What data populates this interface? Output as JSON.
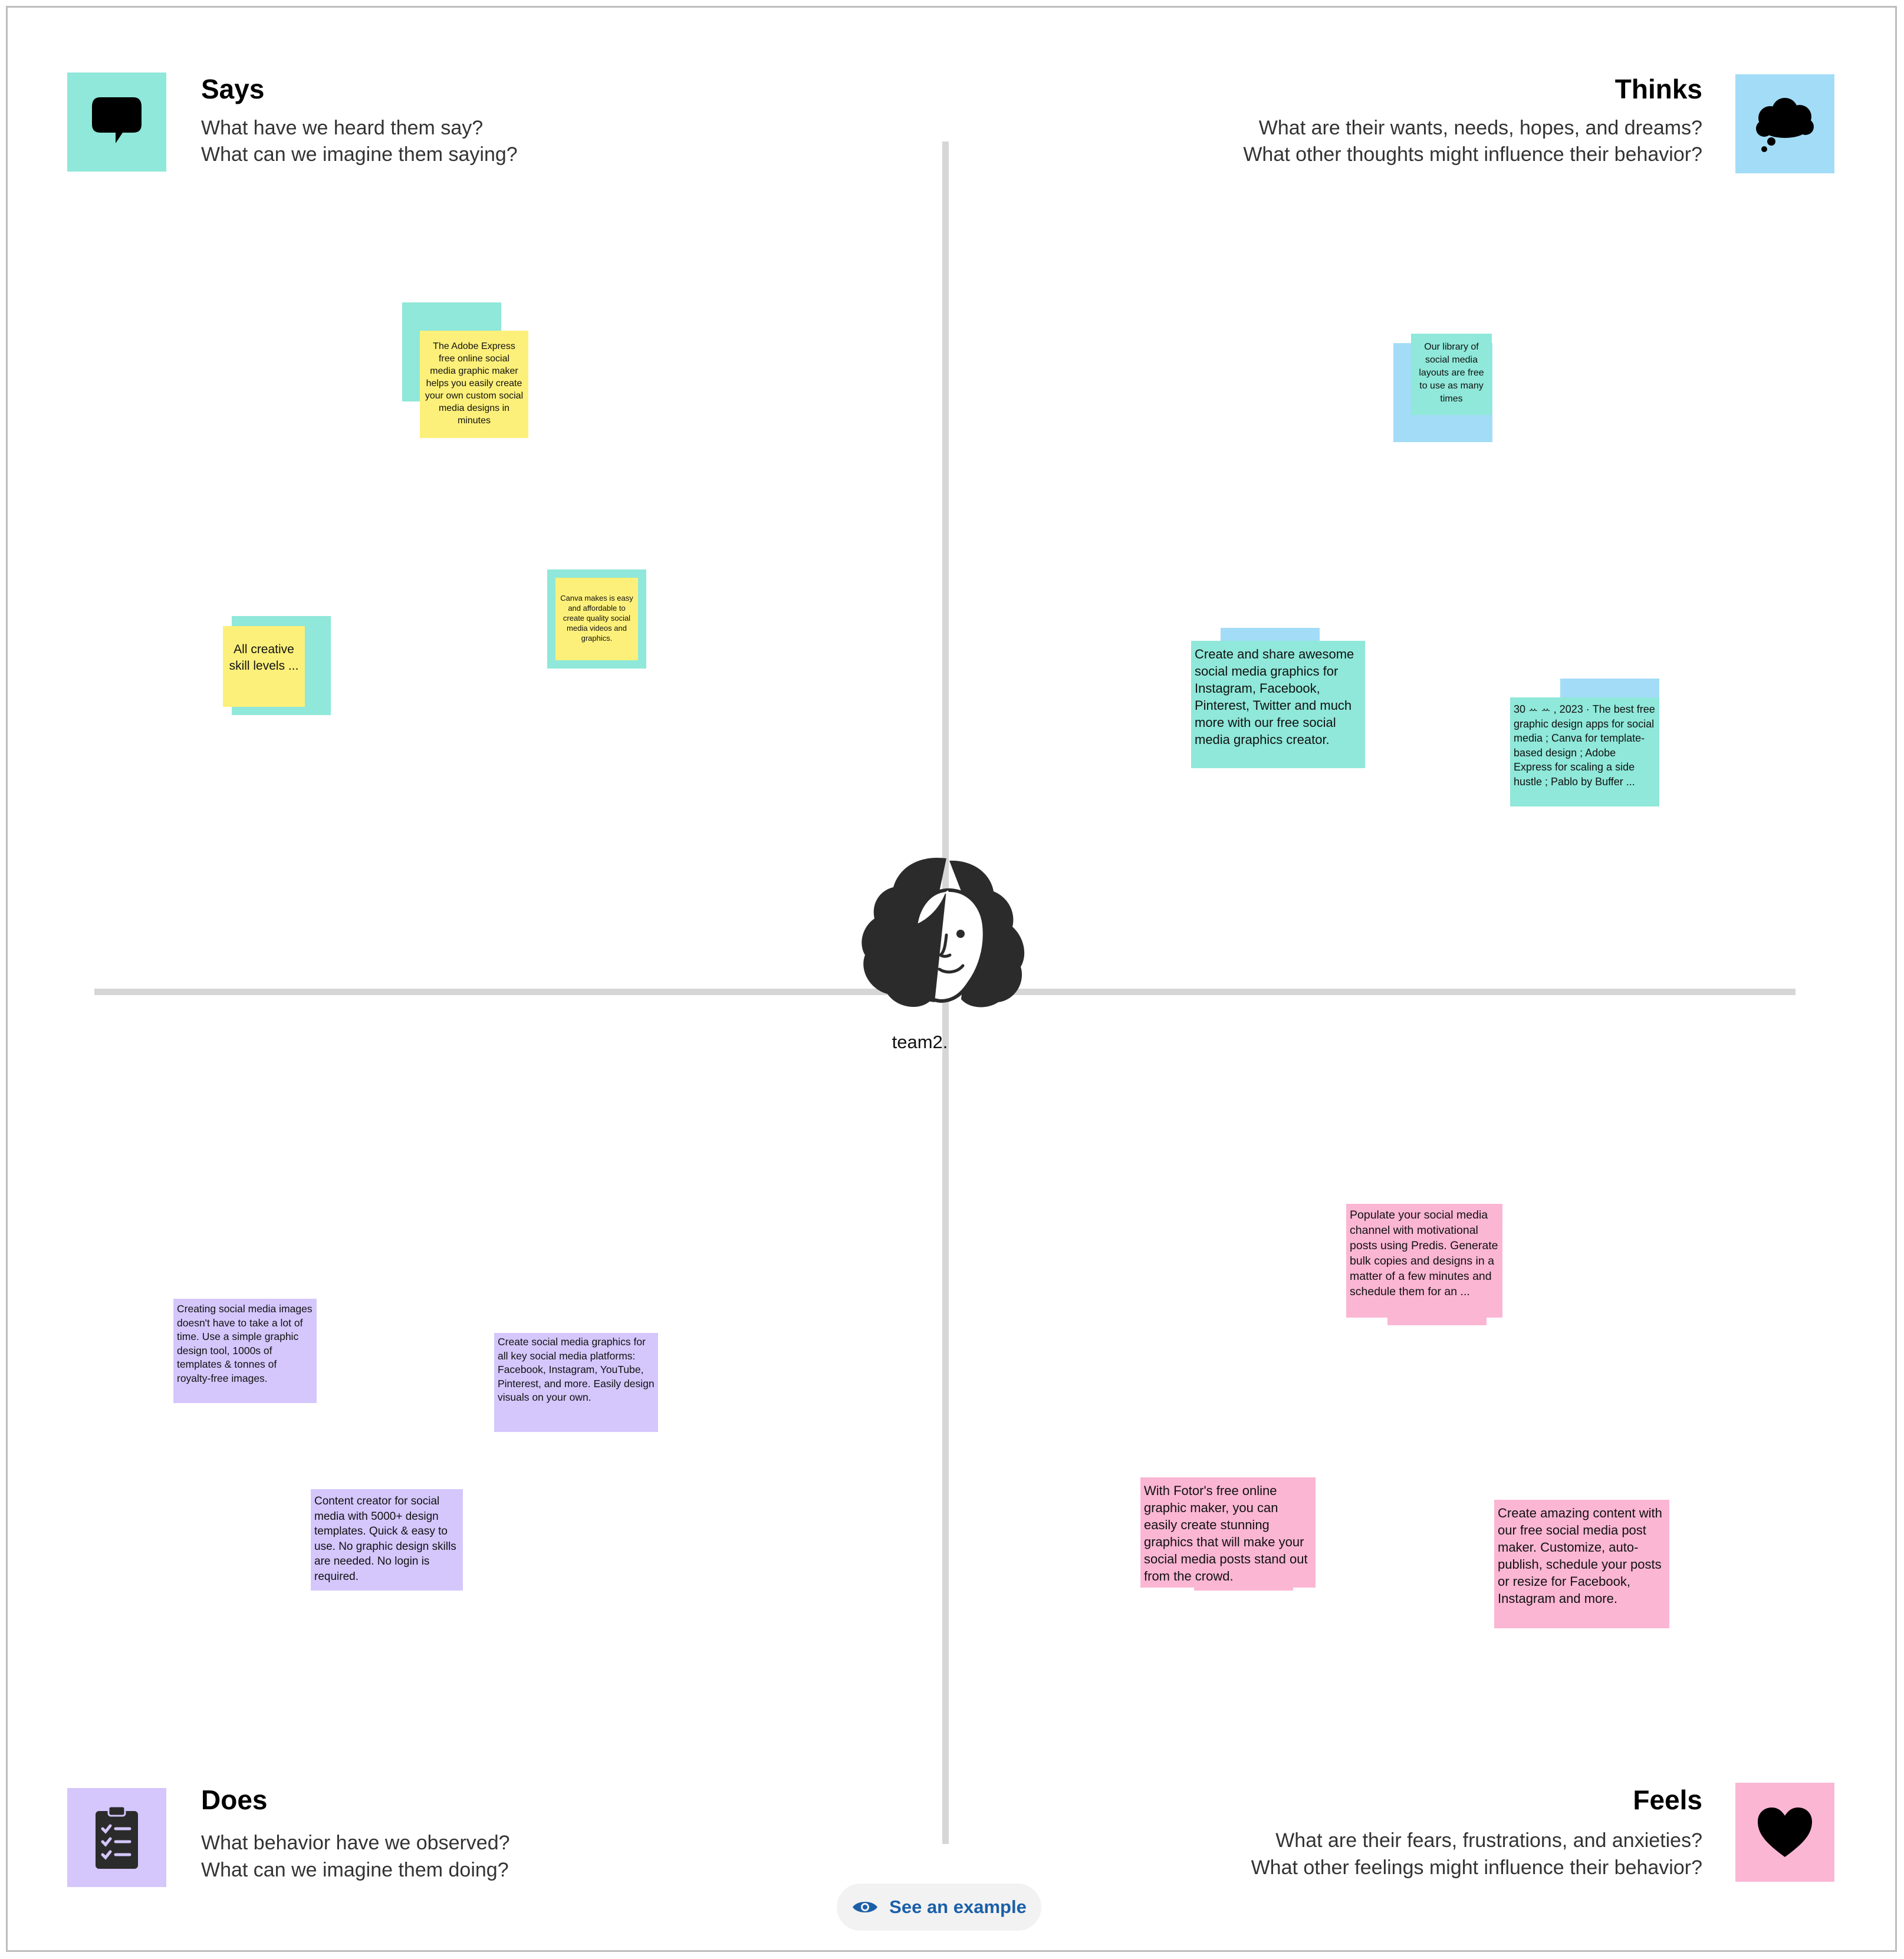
{
  "quadrants": {
    "says": {
      "title": "Says",
      "line1": "What have we heard them say?",
      "line2": "What can we imagine them saying?",
      "color": "#8fe8d9"
    },
    "thinks": {
      "title": "Thinks",
      "line1": "What are their wants, needs, hopes, and dreams?",
      "line2": "What other thoughts might influence their behavior?",
      "color": "#a3dcf7"
    },
    "does": {
      "title": "Does",
      "line1": "What behavior have we observed?",
      "line2": "What can we imagine them doing?",
      "color": "#d5c7fc"
    },
    "feels": {
      "title": "Feels",
      "line1": "What are their fears, frustrations, and anxieties?",
      "line2": "What other feelings might influence their behavior?",
      "color": "#fbb6d4"
    }
  },
  "persona": {
    "name": "team2."
  },
  "notes": {
    "says": [
      "The Adobe Express free online social media graphic maker helps you easily create your own custom social media designs in minutes",
      "Canva makes is easy and affordable to create quality social media videos and graphics.",
      "All creative skill levels ..."
    ],
    "thinks": [
      "Our library of social media layouts are free to use as many times",
      "Create and share awesome social media graphics for Instagram, Facebook, Pinterest, Twitter and much more with our free social media graphics creator.",
      "30 ꕀ ꕀ , 2023 · The best free graphic design apps for social media ; Canva for template-based design ; Adobe Express for scaling a side hustle ; Pablo by Buffer ..."
    ],
    "does": [
      "Creating social media images doesn't have to take a lot of time. Use a simple graphic design tool, 1000s of templates & tonnes of royalty-free images.",
      "Create social media graphics for all key social media platforms: Facebook, Instagram, YouTube, Pinterest, and more. Easily design visuals on your own.",
      "Content creator for social media with 5000+ design templates. Quick & easy to use. No graphic design skills are needed. No login is required."
    ],
    "feels": [
      "Populate your social media channel with motivational posts using Predis. Generate bulk copies and designs in a matter of a few minutes and schedule them for an ...",
      "With Fotor's free online graphic maker, you can easily create stunning graphics that will make your social media posts stand out from the crowd.",
      "Create amazing content with our free social media post maker. Customize, auto-publish, schedule your posts or resize for Facebook, Instagram and more."
    ]
  },
  "colors": {
    "teal": "#8fe8d9",
    "blue": "#a3dcf7",
    "yellow": "#fdf07a",
    "purple": "#d5c7fc",
    "pink": "#fbb6d4",
    "link": "#1a5fa8"
  },
  "example_button": {
    "label": "See an example",
    "icon": "eye-icon"
  }
}
